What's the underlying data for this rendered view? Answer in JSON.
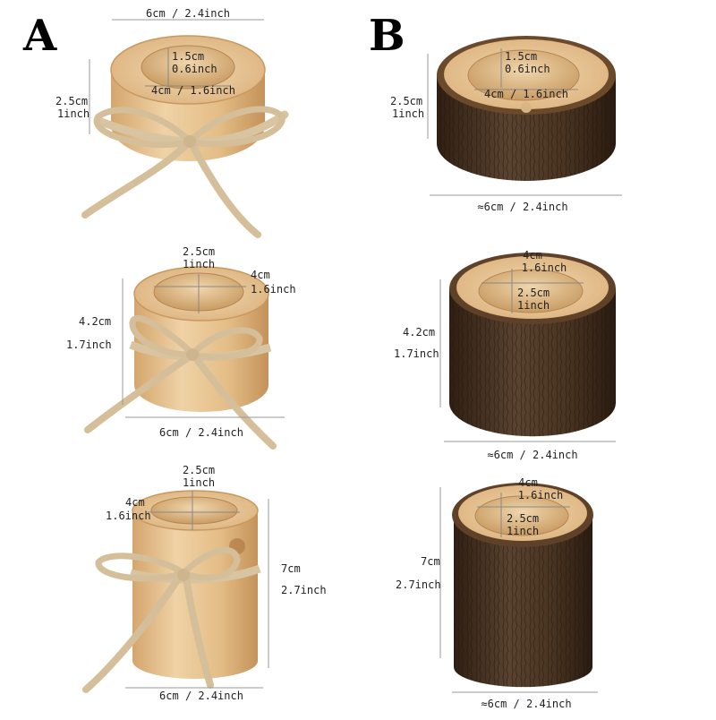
{
  "panels": [
    {
      "letter": "A"
    },
    {
      "letter": "B"
    }
  ],
  "holders": {
    "a_short": {
      "inner_depth": "1.5cm",
      "inner_depth_in": "0.6inch",
      "inner_width": "4cm / 1.6inch",
      "height": "2.5cm",
      "height_in": "1inch",
      "width": "6cm / 2.4inch"
    },
    "a_medium": {
      "inner_depth": "2.5cm",
      "inner_depth_in": "1inch",
      "inner_width": "4cm",
      "inner_width_in": "1.6inch",
      "height": "4.2cm",
      "height_in": "1.7inch",
      "width": "6cm / 2.4inch"
    },
    "a_tall": {
      "inner_depth": "2.5cm",
      "inner_depth_in": "1inch",
      "inner_width": "4cm",
      "inner_width_in": "1.6inch",
      "height": "7cm",
      "height_in": "2.7inch",
      "width": "6cm / 2.4inch"
    },
    "b_short": {
      "inner_depth": "1.5cm",
      "inner_depth_in": "0.6inch",
      "inner_width": "4cm / 1.6inch",
      "height": "2.5cm",
      "height_in": "1inch",
      "width": "≈6cm / 2.4inch"
    },
    "b_medium": {
      "inner_width": "4cm",
      "inner_width_in": "1.6inch",
      "inner_depth": "2.5cm",
      "inner_depth_in": "1inch",
      "height": "4.2cm",
      "height_in": "1.7inch",
      "width": "≈6cm / 2.4inch"
    },
    "b_tall": {
      "inner_width": "4cm",
      "inner_width_in": "1.6inch",
      "inner_depth": "2.5cm",
      "inner_depth_in": "1inch",
      "height": "7cm",
      "height_in": "2.7inch",
      "width": "≈6cm / 2.4inch"
    }
  },
  "colors": {
    "natural_wood": "#e8c79a",
    "natural_wood_dark": "#c99a63",
    "bark": "#4a3420",
    "bark_light": "#6b5038",
    "inner_wood": "#e9cfa3",
    "twine": "#d9c6a5",
    "measure_line": "#9a9a9a",
    "text": "#222222"
  }
}
